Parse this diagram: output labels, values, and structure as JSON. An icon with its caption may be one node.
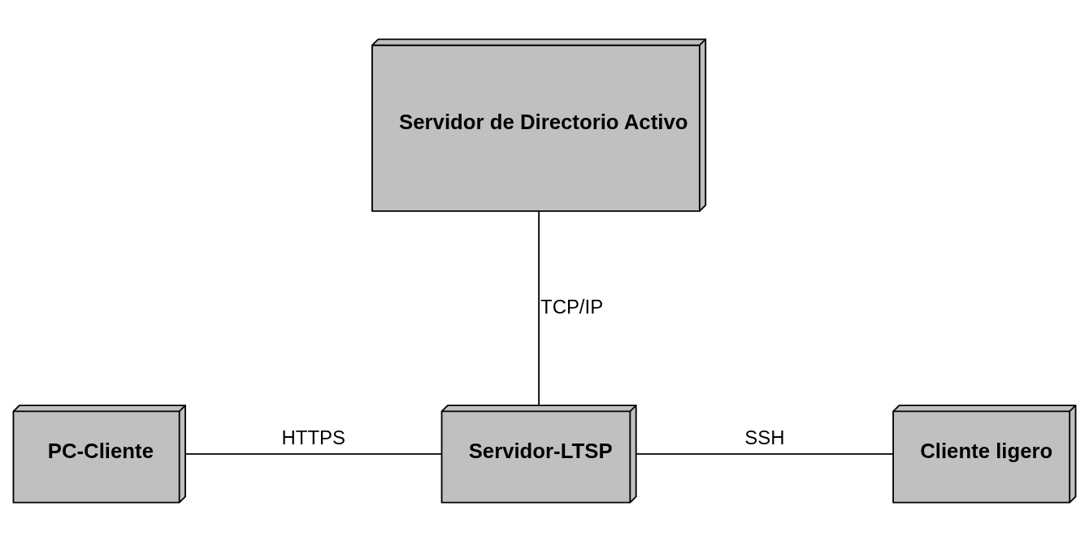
{
  "diagram": {
    "nodes": [
      {
        "text": [
          "Servidor de Directorio Activo"
        ]
      },
      {
        "text": [
          "PC-Cliente"
        ]
      },
      {
        "text": [
          "Servidor-LTSP"
        ]
      },
      {
        "text": [
          "Cliente ligero"
        ]
      }
    ],
    "edges": [
      {
        "from": 0,
        "to": 2,
        "arrow": "none",
        "label": "TCP/IP"
      },
      {
        "from": 1,
        "to": 2,
        "arrow": "none",
        "label": "HTTPS"
      },
      {
        "from": 2,
        "to": 3,
        "arrow": "none",
        "label": "SSH"
      }
    ]
  }
}
